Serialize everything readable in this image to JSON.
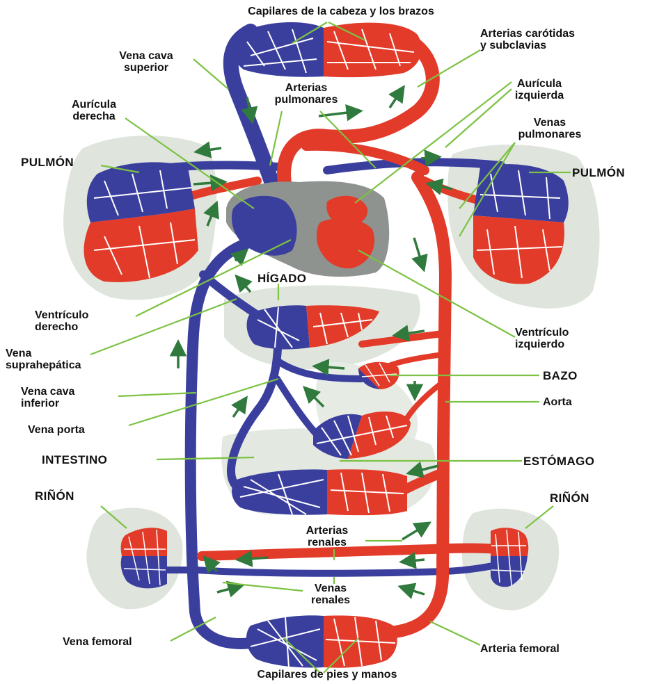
{
  "colors": {
    "vein": "#3a3f9e",
    "artery": "#e23b2a",
    "organ": "#dfe5dc",
    "heart_bg": "#8f9390",
    "pointer": "#7cc242",
    "flow_arrow": "#2f7a3c"
  },
  "labels": {
    "capilares_cabeza": "Capilares de la cabeza y los brazos",
    "arterias_carotidas": "Arterias carótidas\ny subclavias",
    "vena_cava_superior": "Vena cava\nsuperior",
    "arterias_pulmonares": "Arterias\npulmonares",
    "auricula_izquierda": "Aurícula\nizquierda",
    "auricula_derecha": "Aurícula\nderecha",
    "venas_pulmonares": "Venas\npulmonares",
    "pulmon_izq": "PULMÓN",
    "pulmon_der": "PULMÓN",
    "higado": "HÍGADO",
    "ventriculo_derecho": "Ventrículo\nderecho",
    "ventriculo_izquierdo": "Ventrículo\nizquierdo",
    "vena_suprahepatica": "Vena\nsuprahepática",
    "bazo": "BAZO",
    "vena_cava_inferior": "Vena cava\ninferior",
    "aorta": "Aorta",
    "vena_porta": "Vena porta",
    "intestino": "INTESTINO",
    "estomago": "ESTÓMAGO",
    "rinon_izq": "RIÑÓN",
    "rinon_der": "RIÑÓN",
    "arterias_renales": "Arterias\nrenales",
    "venas_renales": "Venas\nrenales",
    "vena_femoral": "Vena femoral",
    "arteria_femoral": "Arteria femoral",
    "capilares_pies": "Capilares de pies y manos"
  }
}
